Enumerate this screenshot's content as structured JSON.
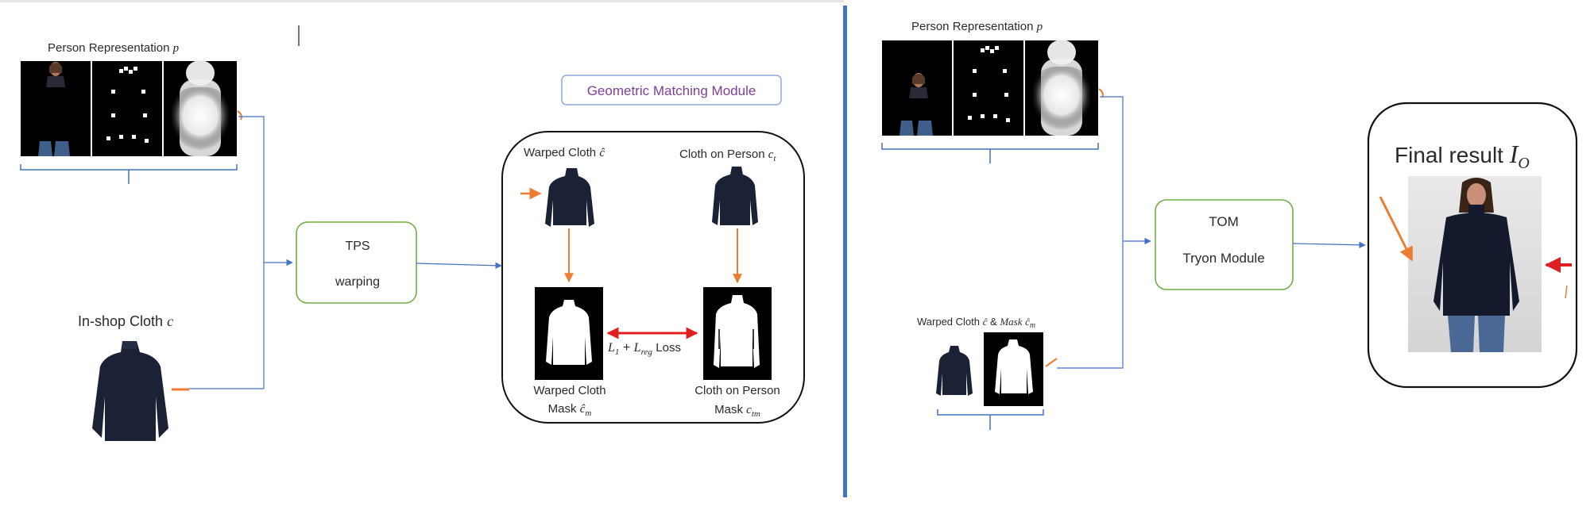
{
  "left_panel": {
    "person_rep_label": "Person Representation",
    "person_rep_symbol": "p",
    "inshop_label": "In-shop Cloth",
    "inshop_symbol": "c",
    "tps_line1": "TPS",
    "tps_line2": "warping",
    "gmm_title": "Geometric Matching Module",
    "warped_cloth_label": "Warped Cloth",
    "warped_cloth_symbol": "ĉ",
    "cloth_on_person_label": "Cloth on Person",
    "cloth_on_person_symbol": "c",
    "cloth_on_person_sub": "t",
    "loss_l1": "L",
    "loss_l1_sub": "1",
    "loss_plus": "+",
    "loss_lreg": "L",
    "loss_lreg_sub": "reg",
    "loss_word": "Loss",
    "warped_mask_line1": "Warped Cloth",
    "warped_mask_line2": "Mask",
    "warped_mask_symbol": "ĉ",
    "warped_mask_sub": "m",
    "person_mask_line1": "Cloth on Person",
    "person_mask_line2": "Mask",
    "person_mask_symbol": "c",
    "person_mask_sub": "tm"
  },
  "right_panel": {
    "person_rep_label": "Person Representation",
    "person_rep_symbol": "p",
    "warped_mask_label": "Warped Cloth",
    "warped_mask_sym1": "ĉ",
    "warped_mask_amp": "&",
    "warped_mask_word": "Mask",
    "warped_mask_sym2": "ĉ",
    "warped_mask_sub": "m",
    "tom_line1": "TOM",
    "tom_line2": "Tryon Module",
    "final_label": "Final result",
    "final_symbol": "I",
    "final_sub": "O"
  },
  "colors": {
    "connector_blue": "#4472C4",
    "arrow_orange": "#ED7D31",
    "box_green": "#70AD47",
    "loss_red": "#E02020",
    "divider_blue": "#4472C4",
    "gmm_text": "#7F3F98",
    "gmm_border": "#8EA9DB",
    "sweater": "#1c2236"
  }
}
